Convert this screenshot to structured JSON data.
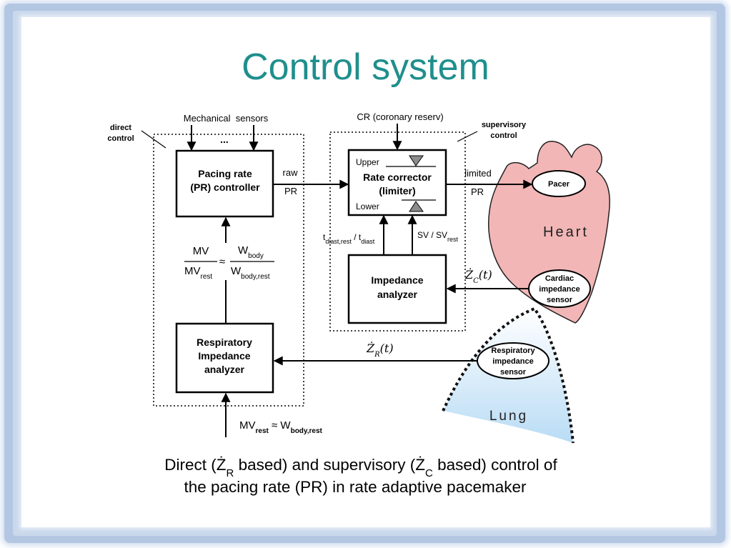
{
  "title": "Control system",
  "diagram": {
    "direct_label": [
      "direct",
      "control"
    ],
    "mechanical_sensors": "Mechanical  sensors",
    "ellipsis": "...",
    "pacing_box": [
      "Pacing rate",
      "(PR) controller"
    ],
    "raw_pr": [
      "raw",
      "PR"
    ],
    "cr_label": "CR (coronary reserv)",
    "supervisory_label": [
      "supervisory",
      "control"
    ],
    "rate_box": {
      "upper": "Upper",
      "title": [
        "Rate corrector",
        "(limiter)"
      ],
      "lower": "Lower"
    },
    "limited_pr": [
      "limited",
      "PR"
    ],
    "pacer": "Pacer",
    "heart": "Heart",
    "tdiast": {
      "t1": "t",
      "sub1": "diast,rest",
      "sep": " / t",
      "sub2": "diast"
    },
    "sv": {
      "main": "SV / SV",
      "sub": "rest"
    },
    "impedance_box": [
      "Impedance",
      "analyzer"
    ],
    "cardiac_sensor": [
      "Cardiac",
      "impedance",
      "sensor"
    ],
    "zc": {
      "sym": "Ż",
      "sub": "C",
      "arg": "(t)"
    },
    "formula": {
      "mv": "MV",
      "mv_rest": "MV",
      "rest_sub": "rest",
      "approx": "≈",
      "w": "W",
      "body_sub": "body",
      "w_rest": "W",
      "body_rest_sub": "body,rest"
    },
    "resp_box": [
      "Respiratory",
      "Impedance",
      "analyzer"
    ],
    "zr": {
      "sym": "Ż",
      "sub": "R",
      "arg": "(t)"
    },
    "bottom_input": {
      "mv": "MV",
      "rest_sub": "rest",
      "mid": " ≈ W",
      "body_rest_sub": "body,rest"
    },
    "lung": "Lung",
    "resp_sensor": [
      "Respiratory",
      "impedance",
      "sensor"
    ]
  },
  "caption": {
    "l1_a": "Direct (Ż",
    "l1_sub1": "R",
    "l1_b": " based) and supervisory (Ż",
    "l1_sub2": "C",
    "l1_c": " based) control of",
    "line2": "the pacing rate (PR) in rate adaptive pacemaker"
  },
  "colors": {
    "title": "#1f8f8d",
    "heart_fill": "#f2b6b6",
    "lung_fill": "#b9dcf5",
    "frame": "#b3c7e3"
  }
}
